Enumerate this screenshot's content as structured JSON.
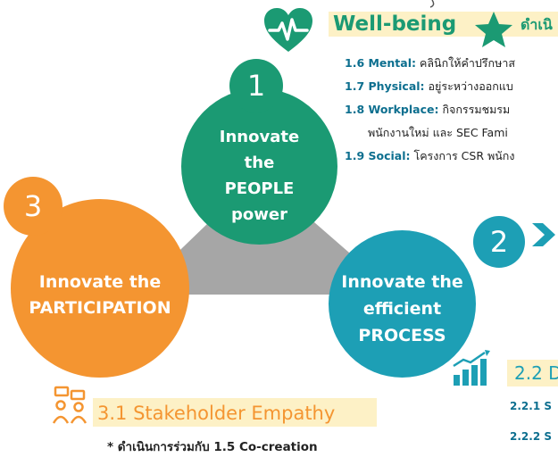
{
  "wellbeing": {
    "title": "Well-being",
    "action_label": "ดำเนิ",
    "items": [
      {
        "label": "1.6 Mental:",
        "text": "คลินิกให้คำปรึกษาส"
      },
      {
        "label": "1.7 Physical:",
        "text": "อยู่ระหว่างออกแบ"
      },
      {
        "label": "1.8 Workplace:",
        "text": "กิจกรรมชมรม"
      },
      {
        "label": "",
        "text": "พนักงานใหม่ และ SEC Fami"
      },
      {
        "label": "1.9 Social:",
        "text": "โครงการ CSR พนักง"
      }
    ]
  },
  "circles": {
    "people": {
      "number": "1",
      "lines": [
        "Innovate",
        "the",
        "PEOPLE",
        "power"
      ]
    },
    "participation": {
      "number": "3",
      "lines": [
        "Innovate the",
        "PARTICIPATION"
      ]
    },
    "process": {
      "number": "2",
      "lines": [
        "Innovate the",
        "efficient",
        "PROCESS"
      ]
    }
  },
  "section31": {
    "title": "3.1 Stakeholder Empathy",
    "note": "* ดำเนินการร่วมกับ 1.5 Co-creation"
  },
  "section22": {
    "title": "2.2 D",
    "sub1": "2.2.1 S",
    "sub2": "2.2.2 S"
  },
  "colors": {
    "green": "#1b9a73",
    "orange": "#f49531",
    "teal": "#1d9fb5",
    "gray": "#a6a6a6",
    "band": "#fdf1c6"
  }
}
